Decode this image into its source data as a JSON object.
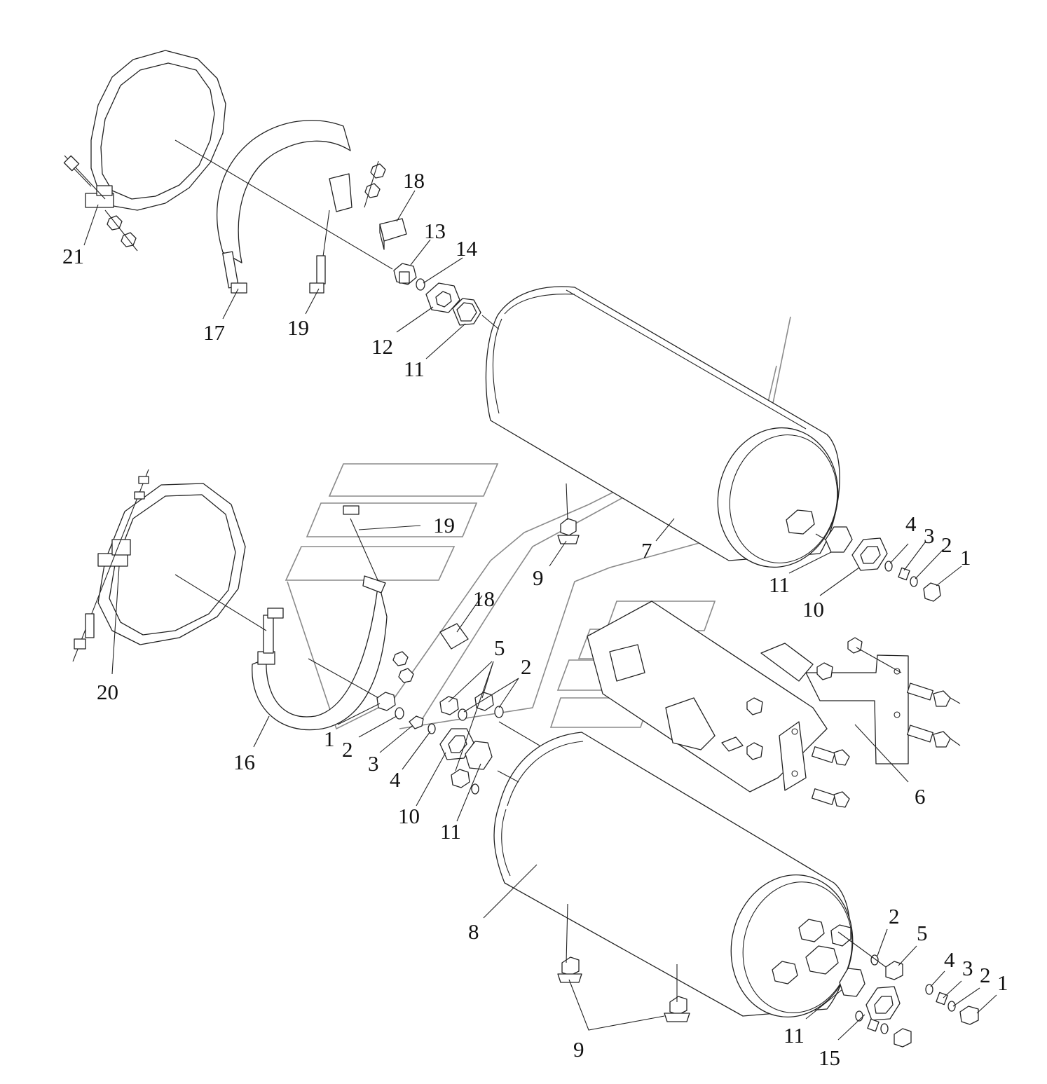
{
  "labels": [
    {
      "id": "l21",
      "text": "21"
    },
    {
      "id": "l17",
      "text": "17"
    },
    {
      "id": "l19a",
      "text": "19"
    },
    {
      "id": "l18a",
      "text": "18"
    },
    {
      "id": "l13",
      "text": "13"
    },
    {
      "id": "l14",
      "text": "14"
    },
    {
      "id": "l12",
      "text": "12"
    },
    {
      "id": "l11a",
      "text": "11"
    },
    {
      "id": "l19b",
      "text": "19"
    },
    {
      "id": "l18b",
      "text": "18"
    },
    {
      "id": "l9a",
      "text": "9"
    },
    {
      "id": "l7",
      "text": "7"
    },
    {
      "id": "l11b",
      "text": "11"
    },
    {
      "id": "l10a",
      "text": "10"
    },
    {
      "id": "l4a",
      "text": "4"
    },
    {
      "id": "l3a",
      "text": "3"
    },
    {
      "id": "l2a",
      "text": "2"
    },
    {
      "id": "l1a",
      "text": "1"
    },
    {
      "id": "l20",
      "text": "20"
    },
    {
      "id": "l16",
      "text": "16"
    },
    {
      "id": "l1b",
      "text": "1"
    },
    {
      "id": "l2b",
      "text": "2"
    },
    {
      "id": "l3b",
      "text": "3"
    },
    {
      "id": "l4b",
      "text": "4"
    },
    {
      "id": "l5a",
      "text": "5"
    },
    {
      "id": "l2c",
      "text": "2"
    },
    {
      "id": "l10b",
      "text": "10"
    },
    {
      "id": "l11c",
      "text": "11"
    },
    {
      "id": "l6",
      "text": "6"
    },
    {
      "id": "l8",
      "text": "8"
    },
    {
      "id": "l2d",
      "text": "2"
    },
    {
      "id": "l5b",
      "text": "5"
    },
    {
      "id": "l4c",
      "text": "4"
    },
    {
      "id": "l3c",
      "text": "3"
    },
    {
      "id": "l2e",
      "text": "2"
    },
    {
      "id": "l1c",
      "text": "1"
    },
    {
      "id": "l9b",
      "text": "9"
    },
    {
      "id": "l11d",
      "text": "11"
    },
    {
      "id": "l15",
      "text": "15"
    }
  ]
}
